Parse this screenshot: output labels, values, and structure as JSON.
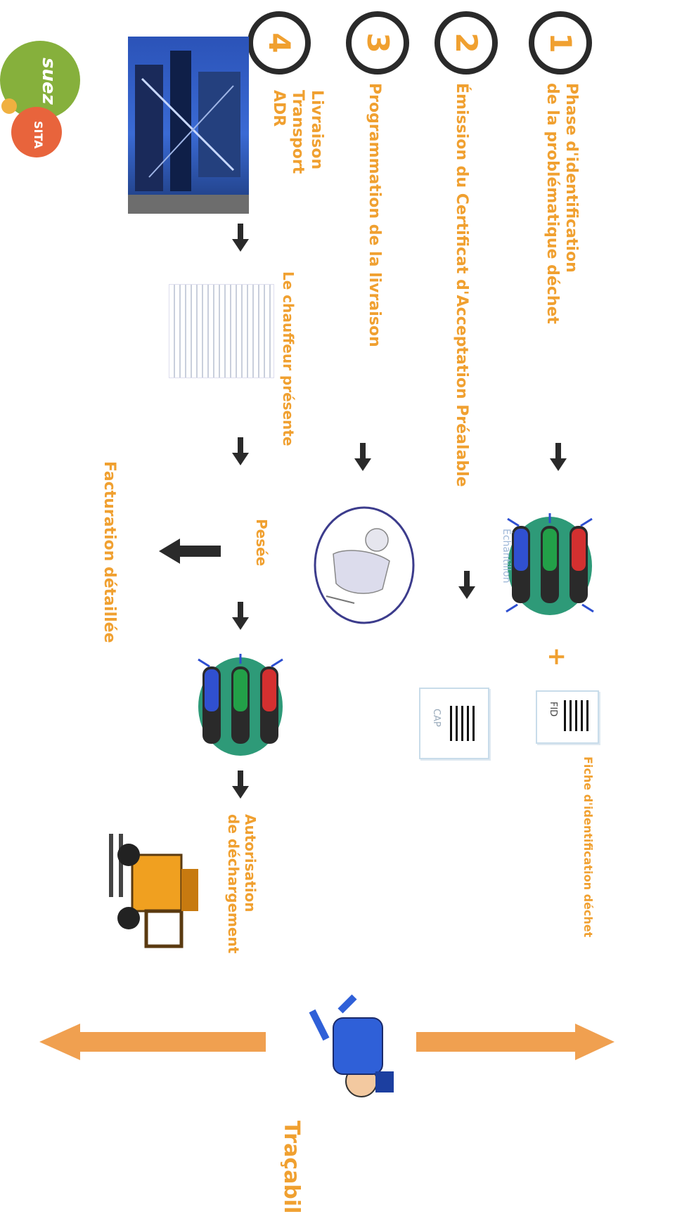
{
  "steps": [
    {
      "number": "1",
      "line1": "Phase d'identification",
      "line2": "de la problématique déchet"
    },
    {
      "number": "2",
      "line1": "Émission du Certificat d'Acceptation Préalable"
    },
    {
      "number": "3",
      "line1": "Programmation de la livraison"
    },
    {
      "number": "4",
      "line1": "Livraison",
      "line2": "Transport",
      "line3": "ADR"
    }
  ],
  "labels": {
    "fiche": "Fiche d'identification déchet",
    "echantillon": "Échantillon",
    "plus": "+",
    "fid": "FID",
    "cap": "CAP",
    "chauffeur": "Le chauffeur présente",
    "pesee": "Pesée",
    "facturation": "Facturation détaillée",
    "autorisation_line1": "Autorisation",
    "autorisation_line2": "de déchargement",
    "tracabilite": "Traçabilité"
  },
  "logos": {
    "suez": "suez",
    "sita": "SITA"
  },
  "colors": {
    "accent_orange": "#f0a030",
    "arrow_orange": "#f0a050",
    "dark": "#2a2a2a",
    "suez_green": "#86b03c",
    "sita_red": "#e8643c"
  }
}
